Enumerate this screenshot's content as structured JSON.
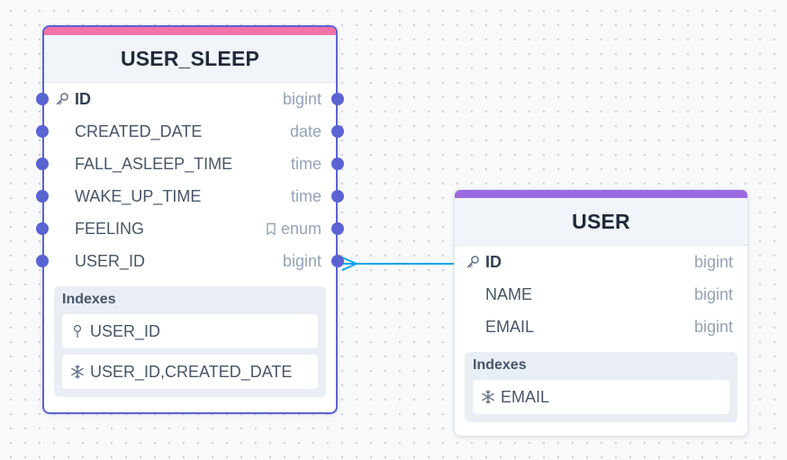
{
  "colors": {
    "user_sleep_accent": "#f472a6",
    "user_accent": "#9b6ae0",
    "handle": "#5b63d3",
    "relationship_line": "#0ea5e9"
  },
  "tables": {
    "user_sleep": {
      "name": "USER_SLEEP",
      "columns": [
        {
          "name": "ID",
          "type": "bigint",
          "primary_key": true,
          "icon": "key-icon"
        },
        {
          "name": "CREATED_DATE",
          "type": "date"
        },
        {
          "name": "FALL_ASLEEP_TIME",
          "type": "time"
        },
        {
          "name": "WAKE_UP_TIME",
          "type": "time"
        },
        {
          "name": "FEELING",
          "type": "enum",
          "type_icon": "bookmark-icon"
        },
        {
          "name": "USER_ID",
          "type": "bigint"
        }
      ],
      "indexes_title": "Indexes",
      "indexes": [
        {
          "label": "USER_ID",
          "icon": "pin-icon"
        },
        {
          "label": "USER_ID,CREATED_DATE",
          "icon": "snowflake-icon"
        }
      ]
    },
    "user": {
      "name": "USER",
      "columns": [
        {
          "name": "ID",
          "type": "bigint",
          "primary_key": true,
          "icon": "key-icon"
        },
        {
          "name": "NAME",
          "type": "bigint"
        },
        {
          "name": "EMAIL",
          "type": "bigint"
        }
      ],
      "indexes_title": "Indexes",
      "indexes": [
        {
          "label": "EMAIL",
          "icon": "snowflake-icon"
        }
      ]
    }
  },
  "relationship": {
    "from": "USER_SLEEP.USER_ID",
    "to": "USER.ID",
    "cardinality": "many-to-one"
  }
}
